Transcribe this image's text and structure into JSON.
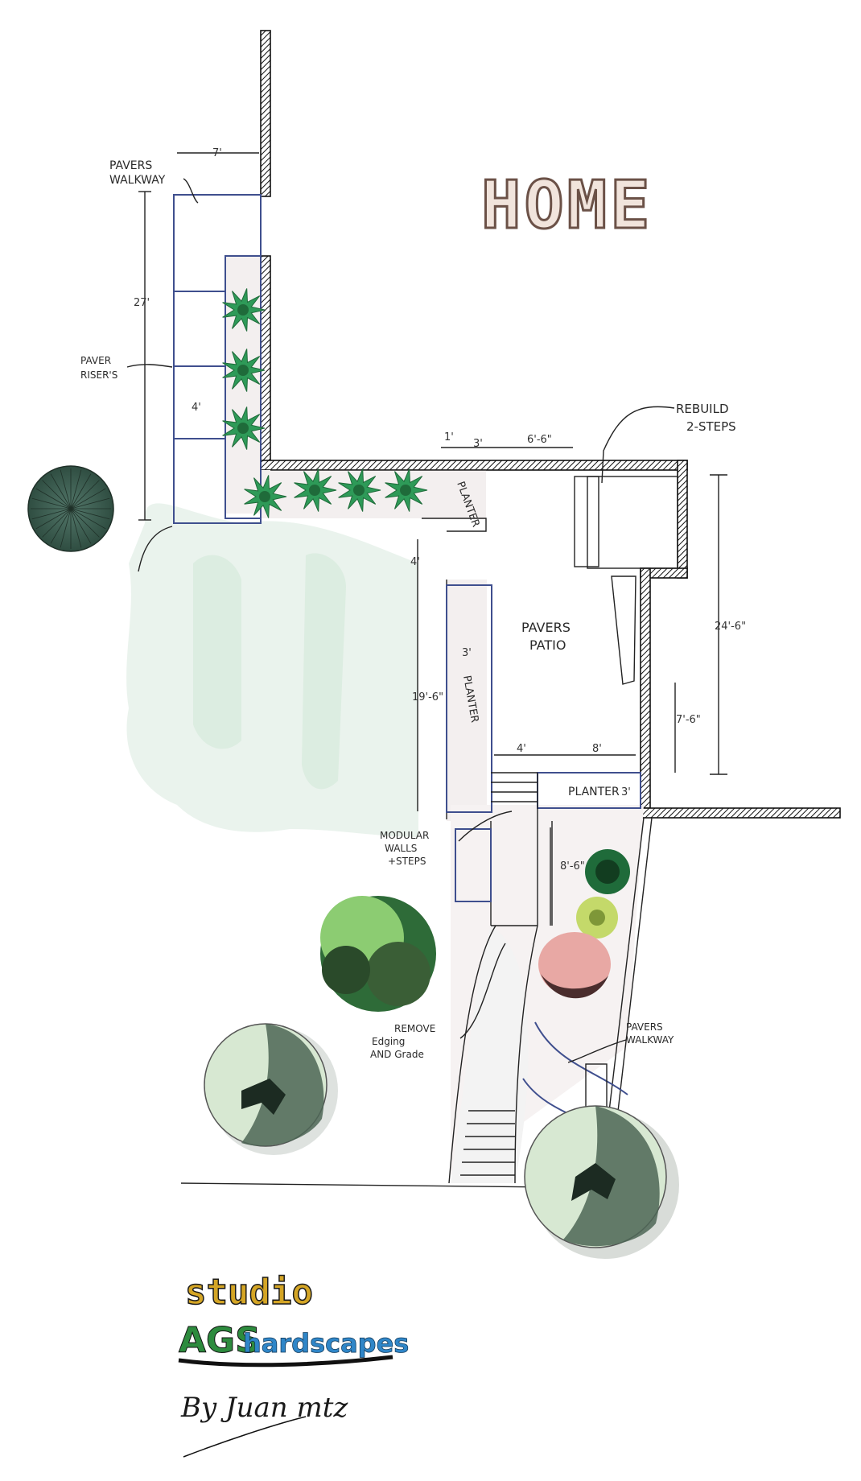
{
  "title": "HOME",
  "labels": {
    "pavers_walkway_top": [
      "PAVERS",
      "WALKWAY"
    ],
    "paver_risers": [
      "PAVER",
      "RISER'S"
    ],
    "rebuild_steps": [
      "REBUILD",
      "2-STEPS"
    ],
    "planter_top": "PLANTER",
    "planter_side": "PLANTER",
    "planter_bottom": "PLANTER",
    "pavers_patio": [
      "PAVERS",
      "PATIO"
    ],
    "modular_walls": [
      "MODULAR",
      "WALLS",
      "+STEPS"
    ],
    "remove_edging": [
      "REMOVE",
      "Edging",
      "AND Grade"
    ],
    "pavers_walkway_bottom": [
      "PAVERS",
      "WALKWAY"
    ]
  },
  "dimensions": {
    "walkway_width": "7'",
    "walkway_length": "27'",
    "riser_width": "4'",
    "step_1": "1'",
    "step_3": "3'",
    "step_6_6": "6'-6\"",
    "gap_4": "4'",
    "patio_height": "19'-6\"",
    "planter_width": "3'",
    "right_total": "24'-6\"",
    "right_partial": "7'-6\"",
    "bottom_4": "4'",
    "bottom_8": "8'",
    "planter_depth": "3'",
    "stair_8_6": "8'-6\""
  },
  "logo": {
    "studio": "studio",
    "ag": "AGS",
    "hardscapes": "hardscapes",
    "signature": "By Juan mtz"
  },
  "colors": {
    "lawn": "#e6f1ea",
    "paving": "#f3efef",
    "outline_blue": "#3f4f8e",
    "shrub_dark": "#1f6b3a",
    "shrub_mid": "#2e9a58",
    "tree_dark": "#3d5c4a",
    "tree_light": "#cfe5cb",
    "pink_plant": "#e8a8a4",
    "yellow_plant": "#c4d96a"
  }
}
